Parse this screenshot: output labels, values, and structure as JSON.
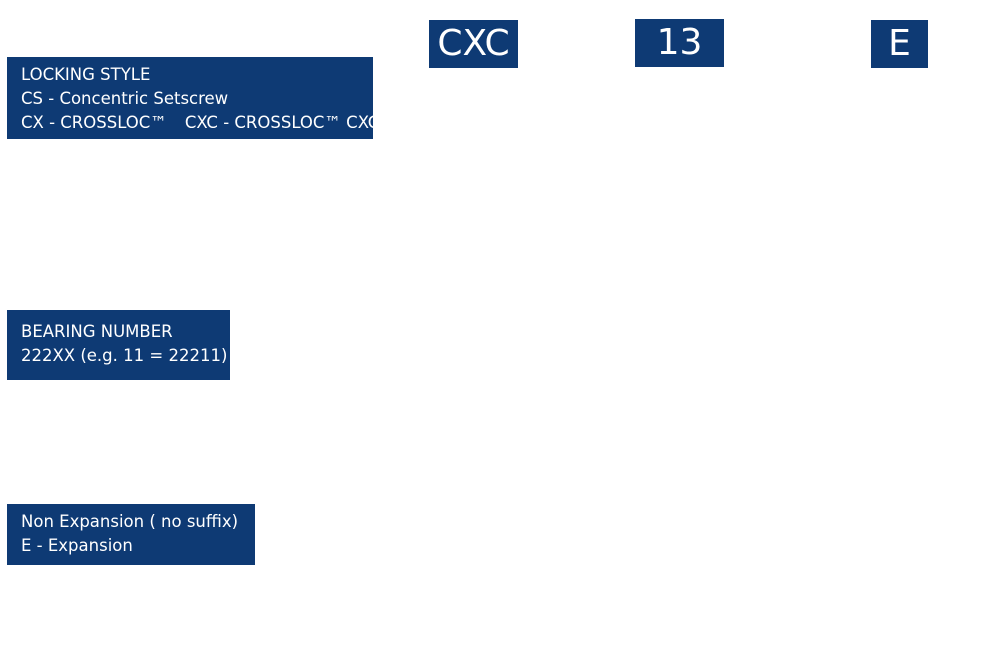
{
  "codes": {
    "locking_code": "CXC",
    "bearing_code": "13",
    "expansion_code": "E"
  },
  "legends": {
    "locking_style": {
      "heading": "LOCKING STYLE",
      "line1": "CS - Concentric Setscrew",
      "line2a": "CX - CROSSLOC™",
      "line2b": "CXC - CROSSLOC™ CXC"
    },
    "bearing_number": {
      "heading": "BEARING NUMBER",
      "line1": "222XX (e.g. 11 = 22211)"
    },
    "expansion": {
      "line1": "Non Expansion ( no suffix)",
      "line2": "E - Expansion"
    }
  },
  "colors": {
    "box_fill": "#0e3a74",
    "text": "#ffffff"
  }
}
